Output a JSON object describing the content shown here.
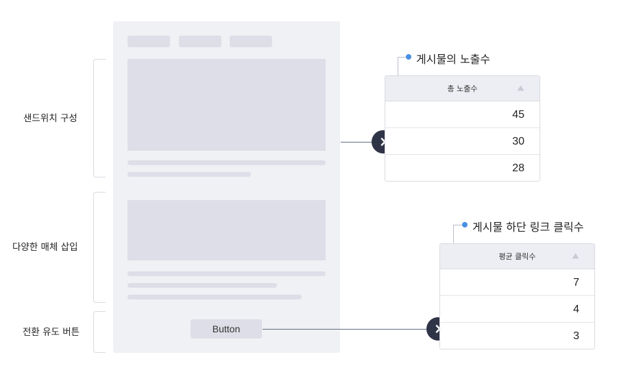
{
  "sections": [
    {
      "label": "샌드위치 구성"
    },
    {
      "label": "다양한 매체 삽입"
    },
    {
      "label": "전환 유도 버튼"
    }
  ],
  "mockup": {
    "button_label": "Button"
  },
  "metrics": [
    {
      "title": "게시물의 노출수",
      "column_header": "총 노출수",
      "values": [
        "45",
        "30",
        "28"
      ]
    },
    {
      "title": "게시물 하단 링크 클릭수",
      "column_header": "평균 클릭수",
      "values": [
        "7",
        "4",
        "3"
      ]
    }
  ],
  "colors": {
    "accent_dot": "#4a90e2",
    "arrow_circle": "#2f3447",
    "placeholder": "#dddee7",
    "mockup_bg": "#f0f1f5"
  },
  "icons": {
    "arrow": "chevron-right-icon",
    "sort": "sort-ascending-icon"
  }
}
